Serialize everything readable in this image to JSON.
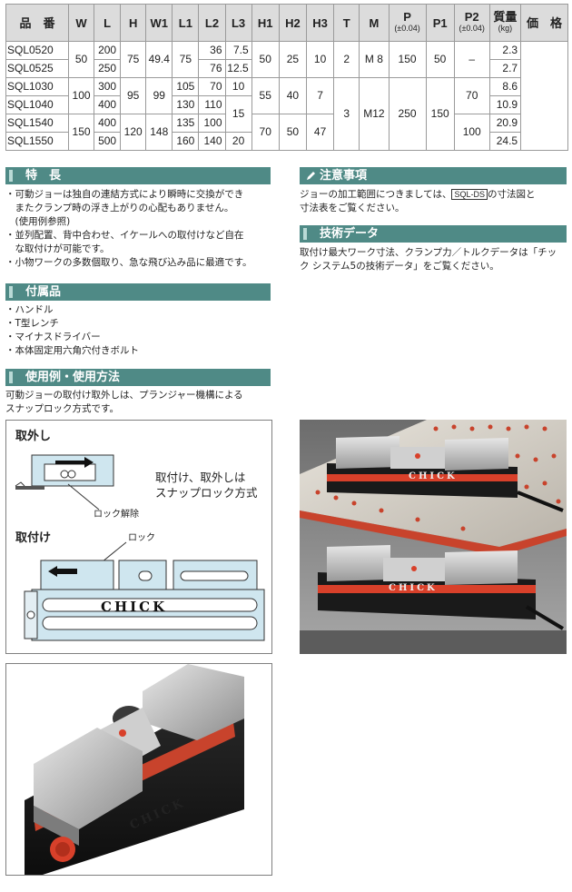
{
  "table": {
    "headers": [
      "品　番",
      "W",
      "L",
      "H",
      "W1",
      "L1",
      "L2",
      "L3",
      "H1",
      "H2",
      "H3",
      "T",
      "M",
      "P",
      "P1",
      "P2",
      "質量",
      "価　格"
    ],
    "header_subs": {
      "P": "(±0.04)",
      "P2": "(±0.04)",
      "mass": "(kg)"
    },
    "models": [
      "SQL0520",
      "SQL0525",
      "SQL1030",
      "SQL1040",
      "SQL1540",
      "SQL1550"
    ],
    "W": [
      "50",
      "100",
      "150"
    ],
    "L": [
      "200",
      "250",
      "300",
      "400",
      "400",
      "500"
    ],
    "H": [
      "75",
      "95",
      "120"
    ],
    "W1": [
      "49.4",
      "99",
      "148"
    ],
    "L1": [
      "75",
      "105",
      "130",
      "135",
      "160"
    ],
    "L2": [
      "36",
      "76",
      "70",
      "110",
      "100",
      "140"
    ],
    "L3": [
      "7.5",
      "12.5",
      "10",
      "15",
      "20"
    ],
    "H1": [
      "50",
      "55",
      "70"
    ],
    "H2": [
      "25",
      "40",
      "50"
    ],
    "H3": [
      "10",
      "7",
      "47"
    ],
    "T": [
      "2",
      "3"
    ],
    "M": [
      "M 8",
      "M12"
    ],
    "P": [
      "150",
      "250"
    ],
    "P1": [
      "50",
      "150"
    ],
    "P2": [
      "–",
      "70",
      "100"
    ],
    "mass": [
      "2.3",
      "2.7",
      "8.6",
      "10.9",
      "20.9",
      "24.5"
    ]
  },
  "features": {
    "title": "特　長",
    "lines": [
      "・可動ジョーは独自の連結方式により瞬時に交換ができ",
      "　またクランプ時の浮き上がりの心配もありません。",
      "　(使用例参照)",
      "・並列配置、背中合わせ、イケールへの取付けなど自在",
      "　な取付けが可能です。",
      "・小物ワークの多数個取り、急な飛び込み品に最適です。"
    ]
  },
  "accessories": {
    "title": "付属品",
    "lines": [
      "・ハンドル",
      "・T型レンチ",
      "・マイナスドライバー",
      "・本体固定用六角穴付きボルト"
    ]
  },
  "usage": {
    "title": "使用例・使用方法",
    "lines": [
      "可動ジョーの取付け取外しは、プランジャー機構による",
      "スナップロック方式です。"
    ]
  },
  "caution": {
    "title": "注意事項",
    "line1_pre": "ジョーの加工範囲につきましては、",
    "code": "SQL-DS",
    "line1_post": "の寸法図と",
    "line2": "寸法表をご覧ください。"
  },
  "techdata": {
    "title": "技術データ",
    "lines": [
      "取付け最大ワーク寸法、クランプ力／トルクデータは「チッ",
      "ク システム5の技術データ」をご覧ください。"
    ]
  },
  "diagram": {
    "remove_label": "取外し",
    "attach_label": "取付け",
    "unlock_note": "ロック解除",
    "lock_note": "ロック",
    "desc_lines": [
      "取付け、取外しは",
      "スナップロック方式"
    ],
    "brand": "CHICK"
  },
  "photos": {
    "brand": "CHICK"
  },
  "colors": {
    "section": "#4f8a86",
    "header_bg": "#dcdcdc",
    "accent_red": "#d8402a"
  }
}
